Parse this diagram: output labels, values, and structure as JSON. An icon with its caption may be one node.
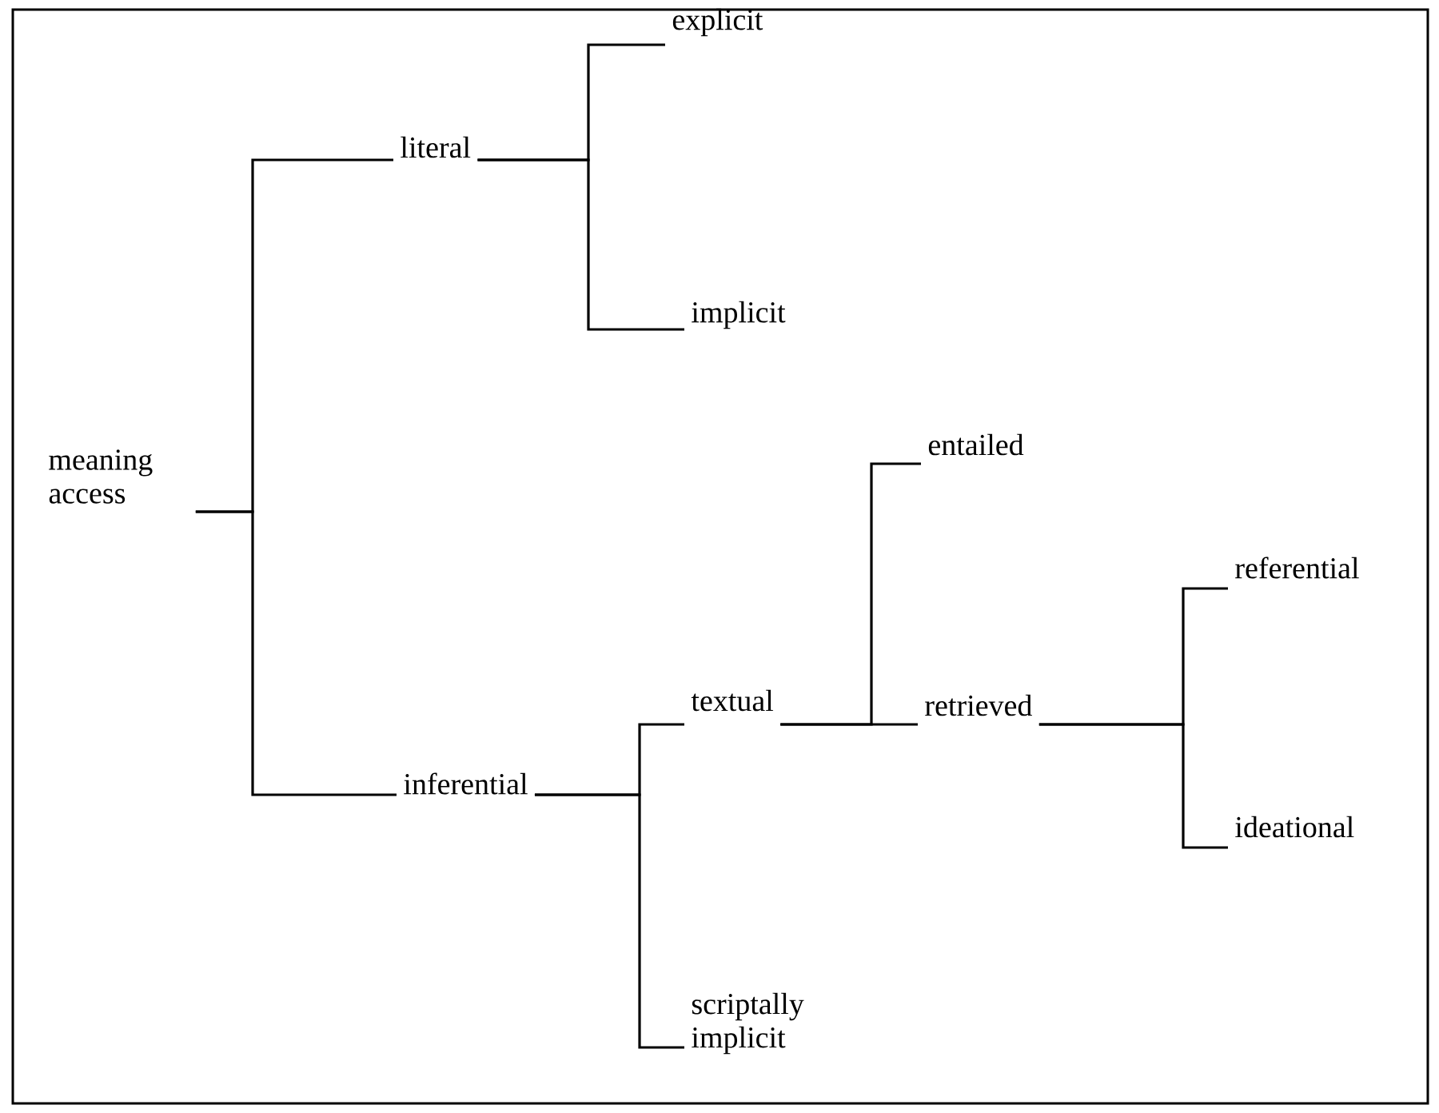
{
  "diagram": {
    "nodes": [
      {
        "text": [
          "meaning access"
        ]
      },
      {
        "text": [
          "literal"
        ]
      },
      {
        "text": [
          "inferential"
        ]
      },
      {
        "text": [
          "explicit"
        ]
      },
      {
        "text": [
          "implicit"
        ]
      },
      {
        "text": [
          "textual"
        ]
      },
      {
        "text": [
          "scriptally implicit"
        ]
      },
      {
        "text": [
          "entailed"
        ]
      },
      {
        "text": [
          "retrieved"
        ]
      },
      {
        "text": [
          "referential"
        ]
      },
      {
        "text": [
          "ideational"
        ]
      }
    ],
    "edges": [
      {
        "from": 0,
        "to": 1,
        "arrow": "none"
      },
      {
        "from": 0,
        "to": 2,
        "arrow": "none"
      },
      {
        "from": 1,
        "to": 3,
        "arrow": "none"
      },
      {
        "from": 1,
        "to": 4,
        "arrow": "none"
      },
      {
        "from": 2,
        "to": 5,
        "arrow": "none"
      },
      {
        "from": 2,
        "to": 6,
        "arrow": "none"
      },
      {
        "from": 5,
        "to": 7,
        "arrow": "none"
      },
      {
        "from": 5,
        "to": 8,
        "arrow": "none"
      },
      {
        "from": 8,
        "to": 9,
        "arrow": "none"
      },
      {
        "from": 8,
        "to": 10,
        "arrow": "none"
      }
    ]
  }
}
